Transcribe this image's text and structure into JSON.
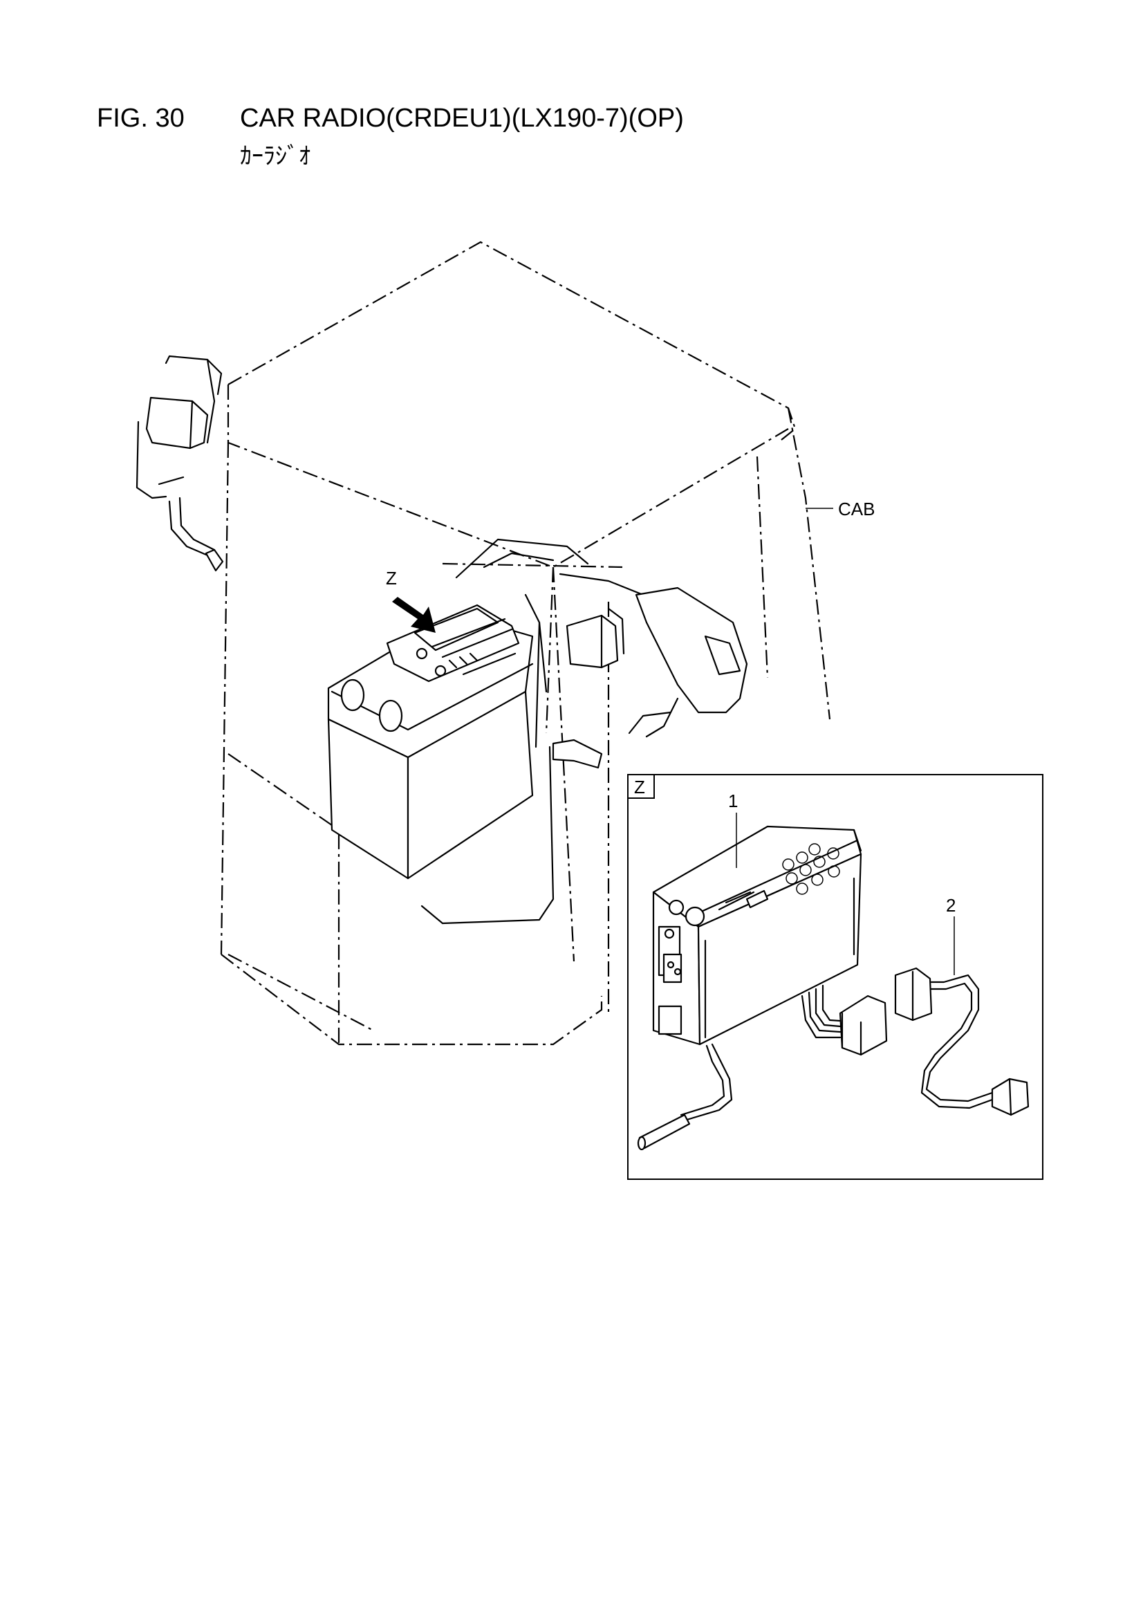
{
  "header": {
    "fig_number": "FIG. 30",
    "title": "CAR RADIO(CRDEU1)(LX190-7)(OP)",
    "subtitle": "ｶｰﾗｼﾞｵ"
  },
  "labels": {
    "cab": "CAB",
    "view_arrow": "Z",
    "detail_view": "Z",
    "part_1": "1",
    "part_2": "2"
  }
}
